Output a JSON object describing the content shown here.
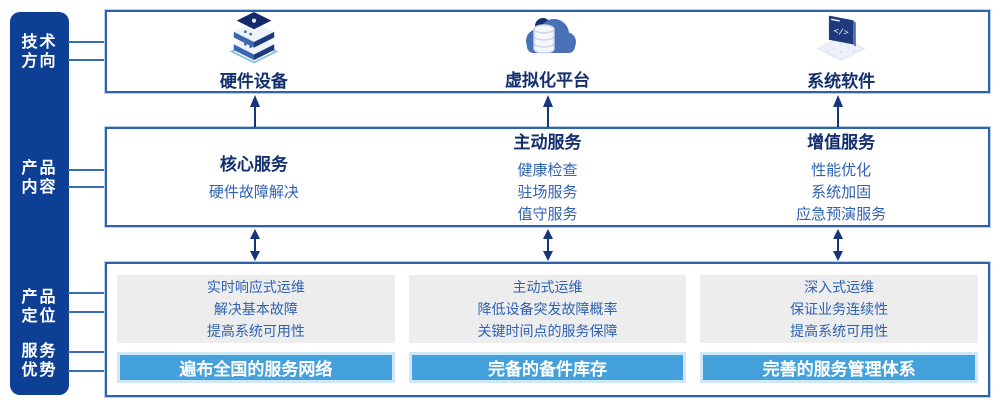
{
  "colors": {
    "rail_bg": "#0d4094",
    "box_border": "#2e62a9",
    "title_text": "#132f6e",
    "body_text": "#2f62b3",
    "banner_bg": "#45a1dc",
    "banner_border": "#cfe8f7",
    "gray_panel_bg": "#ededed",
    "arrow": "#16357e"
  },
  "rail": {
    "items": [
      {
        "text": "技术\n方向"
      },
      {
        "text": "产品\n内容"
      },
      {
        "text": "产品\n定位"
      },
      {
        "text": "服务\n优势"
      }
    ]
  },
  "top": {
    "items": [
      {
        "icon": "server-stack-icon",
        "label": "硬件设备"
      },
      {
        "icon": "cloud-database-icon",
        "label": "虚拟化平台"
      },
      {
        "icon": "code-window-icon",
        "label": "系统软件"
      }
    ]
  },
  "middle": {
    "columns": [
      {
        "title": "核心服务",
        "items": [
          "硬件故障解决"
        ]
      },
      {
        "title": "主动服务",
        "items": [
          "健康检查",
          "驻场服务",
          "值守服务"
        ]
      },
      {
        "title": "增值服务",
        "items": [
          "性能优化",
          "系统加固",
          "应急预演服务"
        ]
      }
    ]
  },
  "bottom": {
    "columns": [
      {
        "points": [
          "实时响应式运维",
          "解决基本故障",
          "提高系统可用性"
        ],
        "banner": "遍布全国的服务网络"
      },
      {
        "points": [
          "主动式运维",
          "降低设备突发故障概率",
          "关键时间点的服务保障"
        ],
        "banner": "完备的备件库存"
      },
      {
        "points": [
          "深入式运维",
          "保证业务连续性",
          "提高系统可用性"
        ],
        "banner": "完善的服务管理体系"
      }
    ]
  }
}
